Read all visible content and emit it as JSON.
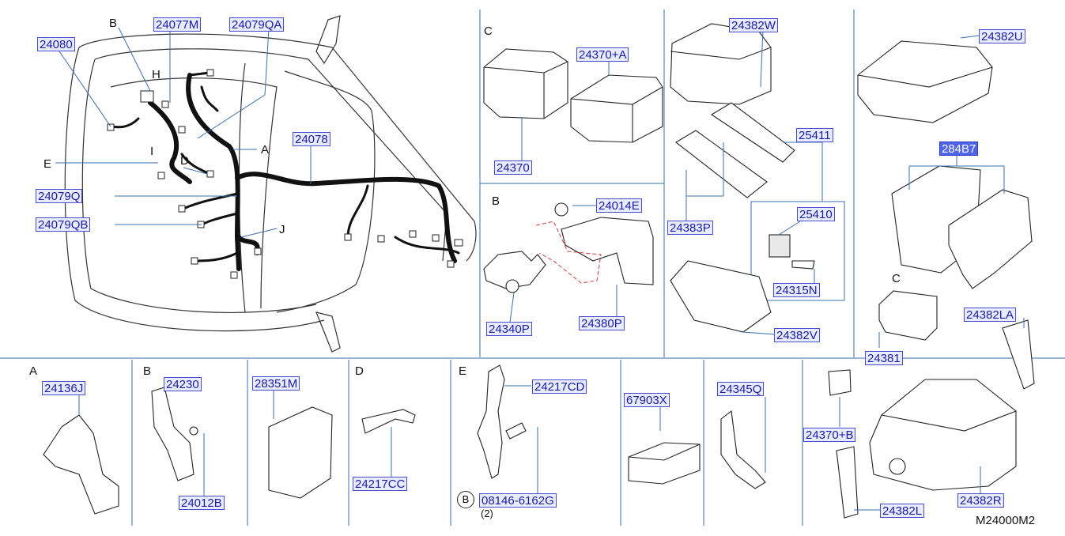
{
  "diagram_code": "M24000M2",
  "section_letters": {
    "main_B": "B",
    "main_H": "H",
    "main_E": "E",
    "main_D": "D",
    "main_A": "A",
    "main_J": "J",
    "main_I": "I",
    "box_C": "C",
    "box_B": "B",
    "fuse_C": "C",
    "bottom_A": "A",
    "bottom_B": "B",
    "bottom_D": "D",
    "bottom_E": "E"
  },
  "parts": {
    "p24080": "24080",
    "p24077M": "24077M",
    "p24079QA": "24079QA",
    "p24078": "24078",
    "p24079Q": "24079Q",
    "p24079QB": "24079QB",
    "p24370": "24370",
    "p24370A": "24370+A",
    "p24014E": "24014E",
    "p24340P": "24340P",
    "p24380P": "24380P",
    "p24382W": "24382W",
    "p25411": "25411",
    "p24383P": "24383P",
    "p25410": "25410",
    "p24315N": "24315N",
    "p24382V": "24382V",
    "p24382U": "24382U",
    "p284B7": "284B7",
    "p24381": "24381",
    "p24382LA": "24382LA",
    "p24136J": "24136J",
    "p24230": "24230",
    "p24012B": "24012B",
    "p28351M": "28351M",
    "p24217CC": "24217CC",
    "p24217CD": "24217CD",
    "p08146": "08146-6162G",
    "p67903X": "67903X",
    "p24345Q": "24345Q",
    "p24370B": "24370+B",
    "p24382L": "24382L",
    "p24382R": "24382R"
  },
  "bolt_marker": "B",
  "bolt_qty": "(2)"
}
